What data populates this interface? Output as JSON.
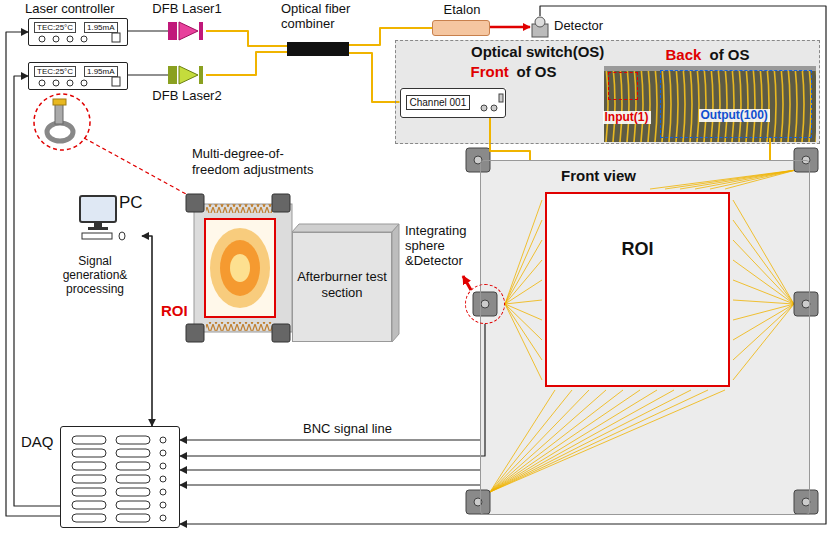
{
  "diagram": {
    "nodes": [
      {
        "text": [
          "Laser controller",
          "TEC:25°C",
          "1.95mA"
        ]
      },
      {
        "text": [
          "TEC:25°C",
          "1.95mA"
        ]
      },
      {
        "text": [
          "DFB Laser1"
        ]
      },
      {
        "text": [
          "DFB Laser2"
        ]
      },
      {
        "text": [
          "Optical fiber combiner"
        ]
      },
      {
        "text": [
          "Etalon"
        ]
      },
      {
        "text": [
          "Detector"
        ]
      },
      {
        "text": [
          "Optical switch(OS)"
        ]
      },
      {
        "text": [
          "Front",
          "of OS",
          "Channel 001"
        ],
        "in": 7
      },
      {
        "text": [
          "Back",
          "of OS"
        ],
        "in": 7
      },
      {
        "text": [
          "Input(1)"
        ],
        "in": 9
      },
      {
        "text": [
          "Output(100)"
        ],
        "in": 9
      },
      {
        "text": [
          "Front view"
        ]
      },
      {
        "text": [
          "ROI"
        ],
        "in": 12
      },
      {
        "text": [
          "PC",
          "Signal generation& processing"
        ]
      },
      {
        "text": [
          "DAQ"
        ]
      },
      {
        "text": [
          "Afterburner test section"
        ]
      },
      {
        "text": [
          "ROI"
        ]
      },
      {
        "text": [
          "Integrating sphere &Detector"
        ],
        "in": 12
      }
    ],
    "edges": [
      {
        "from": 0,
        "to": 2,
        "arrow": "none"
      },
      {
        "from": 1,
        "to": 3,
        "arrow": "none"
      },
      {
        "from": 2,
        "to": 4,
        "arrow": "none"
      },
      {
        "from": 3,
        "to": 4,
        "arrow": "none"
      },
      {
        "from": 4,
        "to": 5,
        "arrow": "none"
      },
      {
        "from": 5,
        "to": 6,
        "arrow": "to"
      },
      {
        "from": 4,
        "to": 8,
        "arrow": "none"
      },
      {
        "from": 8,
        "to": 12,
        "arrow": "none"
      },
      {
        "from": 11,
        "to": 12,
        "arrow": "none"
      },
      {
        "from": 6,
        "to": 15,
        "arrow": "to"
      },
      {
        "from": 15,
        "to": 0,
        "arrow": "to"
      },
      {
        "from": 15,
        "to": 1,
        "arrow": "to"
      },
      {
        "from": 14,
        "to": 15,
        "arrow": "both"
      },
      {
        "from": 12,
        "to": 15,
        "label": "BNC signal line",
        "arrow": "to"
      },
      {
        "from": 18,
        "to": 15,
        "arrow": "to"
      },
      {
        "from": 12,
        "to": 15,
        "arrow": "to"
      },
      {
        "from": 12,
        "to": 15,
        "arrow": "to"
      }
    ],
    "labels": [
      "Multi-degree-of-freedom adjustments"
    ]
  }
}
